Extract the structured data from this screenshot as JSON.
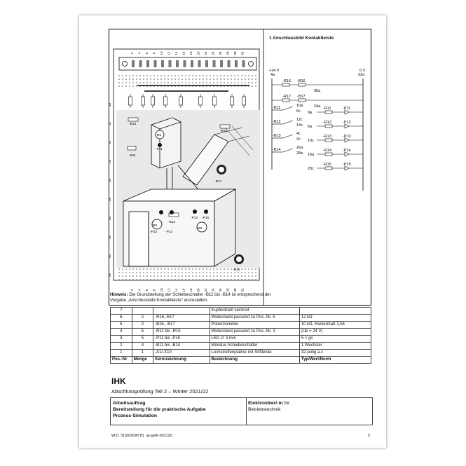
{
  "figure": {
    "title": "1 Anschlussbild Kontaktleiste",
    "pin_numbers": [
      "2",
      "4",
      "6",
      "8",
      "10",
      "12",
      "14",
      "16",
      "18",
      "20",
      "22",
      "24",
      "26",
      "28",
      "30",
      "32"
    ],
    "row_numbers": [
      "10",
      "15",
      "20",
      "25",
      "30",
      "35",
      "40",
      "45",
      "50",
      "55"
    ],
    "component_labels": [
      "-B13",
      "-B11",
      "-B14",
      "-M1",
      "-P11",
      "-B17",
      "-B12",
      "-P14",
      "-P15",
      "-P12",
      "-P13",
      "-M2",
      "-M3",
      "-B16"
    ],
    "schematic": {
      "plus_label": "+24 V",
      "plus_pin": "4a",
      "zero_label": "0 V",
      "zero_pin": "22a",
      "pots": [
        {
          "r": "-R16",
          "b": "-B16",
          "pin": "30a"
        },
        {
          "r": "-R17",
          "b": "-B17",
          "pin": "24a"
        }
      ],
      "switches": [
        {
          "name": "-B11",
          "pins": [
            "10a",
            "6c"
          ]
        },
        {
          "name": "-B12",
          "pins": [
            "12c",
            "14c"
          ]
        },
        {
          "name": "-B13",
          "pins": [
            "4c",
            "2c"
          ]
        },
        {
          "name": "-B14",
          "pins": [
            "26a",
            "28a"
          ]
        }
      ],
      "leds": [
        {
          "pin": "9a",
          "r": "-R11",
          "p": "-P11"
        },
        {
          "pin": "6a",
          "r": "-R12",
          "p": "-P12"
        },
        {
          "pin": "10c",
          "r": "-R13",
          "p": "-P13"
        },
        {
          "pin": "16a",
          "r": "-R14",
          "p": "-P14"
        },
        {
          "pin": "20c",
          "r": "-R15",
          "p": "-P15"
        }
      ]
    }
  },
  "note": {
    "label": "Hinweis:",
    "text": "Die Grundstellung der Schiebeschalter -B11 bis -B14 ist entsprechend der Vorgabe „Anschlussbild Kontaktleiste“ einzustellen."
  },
  "parts_table": {
    "headers": [
      "Pos.-Nr",
      "Menge",
      "Kennzeichnung",
      "Bezeichnung",
      "Typ/Wert/Norm"
    ],
    "rows": [
      [
        "7",
        "",
        "",
        "Kupferdraht verzinnt",
        ""
      ],
      [
        "6",
        "2",
        "-R16,-R17",
        "Widerstand passend zu Pos.-Nr. 5",
        "12 kΩ"
      ],
      [
        "5",
        "2",
        "-B16, -B17",
        "Potenziometer",
        "10 kΩ, Rastermaß 2,54"
      ],
      [
        "4",
        "5",
        "-R11 bis -R15",
        "Widerstand passend zu Pos.-Nr. 3",
        "(Uʙ = 24 V)"
      ],
      [
        "3",
        "5",
        "-P11 bis -P15",
        "LED ∅ 3 mm",
        "5 × gn"
      ],
      [
        "2",
        "4",
        "-B11 bis -B14",
        "Miniatur-Schiebeschalter",
        "1 Wechsler"
      ],
      [
        "1",
        "1",
        "-A1/-X10",
        "Lochstreifenplatine mit Stiftleiste",
        "32-polig a-c"
      ]
    ]
  },
  "ihk": "IHK",
  "exam": "Abschlussprüfung Teil 2 – Winter 2021/22",
  "order": {
    "left_lines": [
      "Arbeitsauftrag",
      "Bereitstellung für die praktische Aufgabe",
      "Prozess-Simulation"
    ],
    "right_bold": "Elektroniker/-in",
    "right_rest": " für",
    "right_line2": "Betriebstechnik"
  },
  "footer": "W21 3150/3090 B1 -ja-gelb-031120",
  "page_number": "5"
}
